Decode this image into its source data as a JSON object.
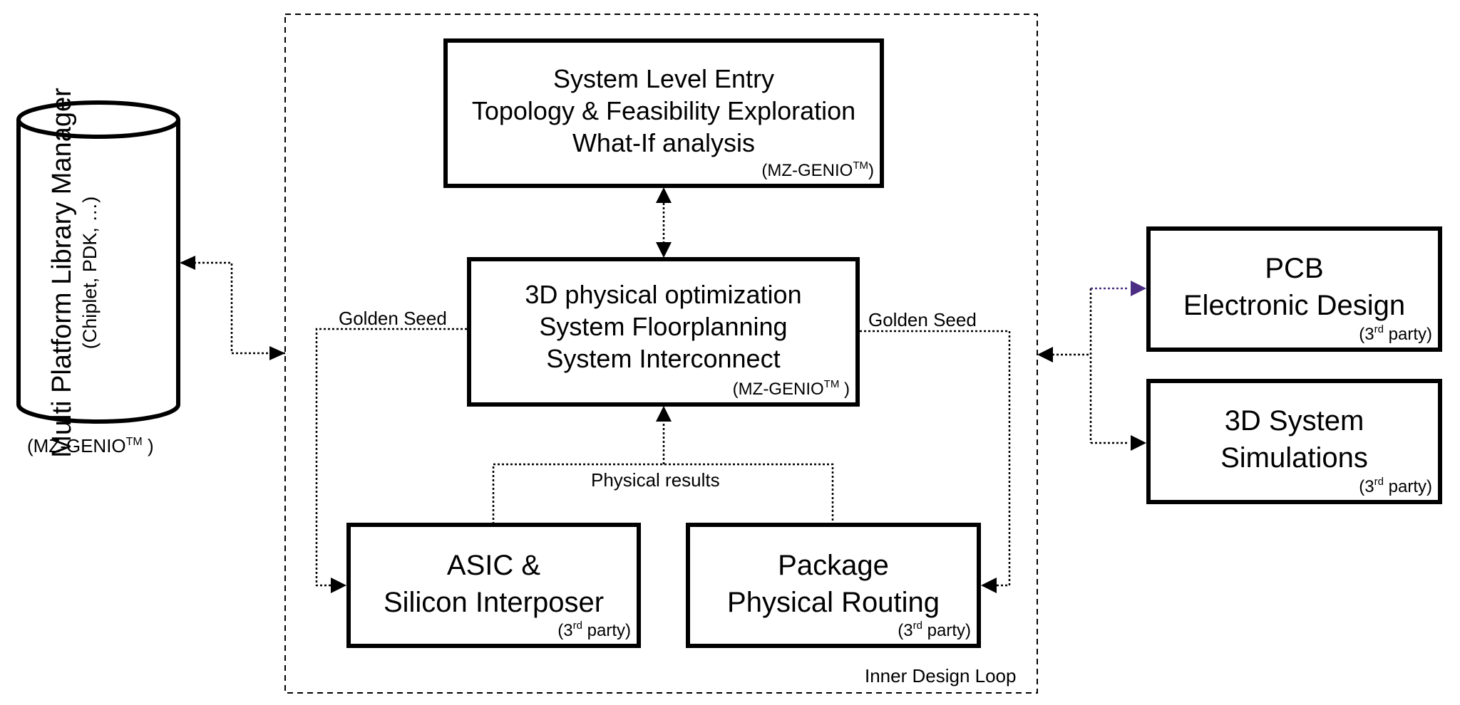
{
  "library_manager": {
    "title": "Multi Platform Library Manager",
    "subtitle": "(Chiplet, PDK, …)",
    "tag_prefix": "(MZ-GENIO",
    "tag_mark": "TM",
    "tag_suffix": " )"
  },
  "inner_loop": {
    "label": "Inner Design Loop"
  },
  "system_entry": {
    "lines": [
      "System Level Entry",
      "Topology & Feasibility Exploration",
      "What-If analysis"
    ],
    "tag_prefix": "(MZ-GENIO",
    "tag_mark": "TM",
    "tag_suffix": ")"
  },
  "physical_opt": {
    "lines": [
      "3D physical optimization",
      "System Floorplanning",
      "System Interconnect"
    ],
    "tag_prefix": "(MZ-GENIO",
    "tag_mark": "TM",
    "tag_suffix": " )"
  },
  "asic": {
    "lines": [
      "ASIC &",
      "Silicon Interposer"
    ],
    "tag_prefix": "(3",
    "tag_mark": "rd",
    "tag_suffix": " party)"
  },
  "package": {
    "lines": [
      "Package",
      "Physical Routing"
    ],
    "tag_prefix": "(3",
    "tag_mark": "rd",
    "tag_suffix": " party)"
  },
  "pcb": {
    "lines": [
      "PCB",
      "Electronic Design"
    ],
    "tag_prefix": "(3",
    "tag_mark": "rd",
    "tag_suffix": " party)"
  },
  "simulations": {
    "lines": [
      "3D System",
      "Simulations"
    ],
    "tag_prefix": "(3",
    "tag_mark": "rd",
    "tag_suffix": " party)"
  },
  "labels": {
    "golden_seed_left": "Golden Seed",
    "golden_seed_right": "Golden Seed",
    "physical_results": "Physical results"
  },
  "colors": {
    "line": "#000000",
    "accent_arrow": "#4b2e83"
  }
}
